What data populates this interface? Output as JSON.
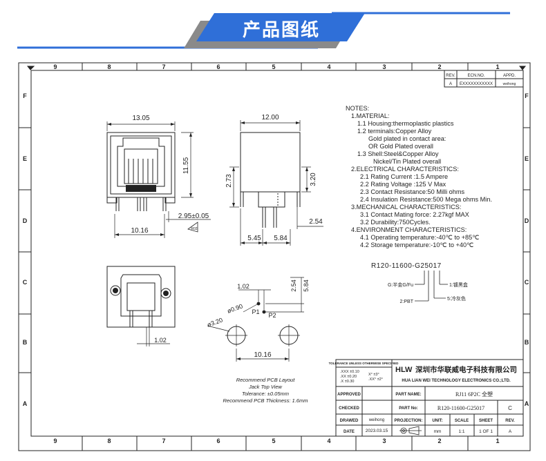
{
  "banner": {
    "title": "产品图纸",
    "accent": "#2f6fd8",
    "shadow": "#8a8a8a"
  },
  "border": {
    "top_numbers": [
      "9",
      "8",
      "7",
      "6",
      "5",
      "4",
      "3",
      "2",
      "1"
    ],
    "bottom_numbers": [
      "9",
      "8",
      "7",
      "6",
      "5",
      "4",
      "3",
      "2",
      "1"
    ],
    "side_letters": [
      "F",
      "E",
      "D",
      "C",
      "B",
      "A"
    ]
  },
  "revision": {
    "headers": [
      "REV.",
      "ECN.NO.",
      "APPD."
    ],
    "row": [
      "A",
      "EXXXXXXXXXXX",
      "weihong"
    ]
  },
  "front_view": {
    "width": "13.05",
    "height": "11.55",
    "pin_offset": "2.95±0.05",
    "pitch": "10.16",
    "badge": "R02"
  },
  "side_view": {
    "width": "12.00",
    "left_height": "2.73",
    "right_height": "3.20",
    "d1": "5.45",
    "d2": "5.84",
    "d3": "2.54"
  },
  "bottom_view": {
    "tab": "1.02"
  },
  "pcb": {
    "dims": {
      "a": "1.02",
      "b": "2.54",
      "c": "5.84",
      "hole_small": "ø0.90",
      "hole_large": "ø3.20",
      "pitch": "10.16",
      "p1": "P1",
      "p2": "P2"
    },
    "caption": [
      "Recommend PCB Layout",
      "Jack Top View",
      "Tolerance: ±0.05mm",
      "Recommend PCB Thickness: 1.6mm"
    ]
  },
  "notes": {
    "title": "NOTES:",
    "lines": [
      "1.MATERIAL:",
      "1.1 Housing:thermoplastic plastics",
      "1.2 terminals:Copper Alloy",
      "Gold plated in contact area:",
      "OR Gold   Plated overall",
      "1.3 Shell:Steel&Copper Alloy",
      "Nickel/Tin Plated overall",
      "2.ELECTRICAL CHARACTERISTICS:",
      "2.1 Rating Current :1.5 Ampere",
      "2.2 Rating Voltage :125 V Max",
      "2.3 Contact Resistance:50 Milli ohms",
      "2.4 Insulation Resistance:500 Mega ohms Min.",
      "3.MECHANICAL CHARACTERISTICS:",
      "3.1 Contact Mating force: 2.27kgf MAX",
      "3.2 Durability:750Cycles.",
      "4.ENVIRONMENT CHARACTERISTICS:",
      "4.1 Operating temperature:-40℃ to +85℃",
      "4.2 Storage temperature:-10℃ to +40℃"
    ]
  },
  "part_code": {
    "code": "R120-11600-G25017",
    "callouts": [
      "1:镀黑盒",
      "G:半金G/Fu",
      "2:PBT",
      "5:冷灰色"
    ]
  },
  "title_block": {
    "tolerance_header": "TOLERANCE UNLESS OTHERWISE SPECIFIED",
    "tolerances": [
      ".XXX ±0.10",
      ".XX ±0.20",
      ".X ±0.30",
      "X° ±3°",
      ".XX° ±2°"
    ],
    "logo": "HLW",
    "company_cn": "深圳市华联威电子科技有限公司",
    "company_en": "HUA LIAN WEI TECHNOLOGY ELECTRONICS CO.;LTD.",
    "approved_label": "APPROVED",
    "checked_label": "CHECKED",
    "drawed_label": "DRAWED",
    "date_label": "DATE",
    "drawed_value": "weihong",
    "date_value": "2023.03.15",
    "part_name_label": "PART NAME:",
    "part_name": "RJ11 6P2C 全塑",
    "part_no_label": "PART No:",
    "part_no": "R120-11600-G25017",
    "part_rev": "C",
    "projection_label": "PROJECTION:",
    "unit_label": "UNIT:",
    "scale_label": "SCALE",
    "sheet_label": "SHEET",
    "rev_label": "REV.",
    "unit": "mm",
    "scale": "1:1",
    "sheet": "1 OF 1",
    "rev": "A"
  }
}
